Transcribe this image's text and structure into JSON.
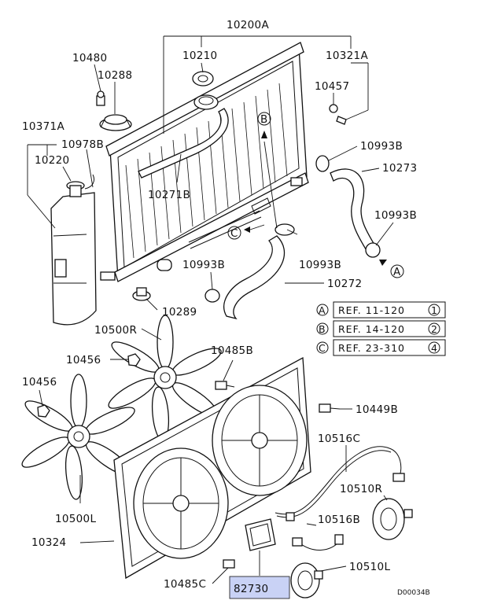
{
  "labels": {
    "p10200A": "10200A",
    "p10210": "10210",
    "p10321A": "10321A",
    "p10480": "10480",
    "p10288": "10288",
    "p10457": "10457",
    "p10371A": "10371A",
    "p10978B": "10978B",
    "p10220": "10220",
    "p10993B_1": "10993B",
    "p10273": "10273",
    "p10271B": "10271B",
    "p10993B_2": "10993B",
    "p10993B_3": "10993B",
    "p10993B_4": "10993B",
    "p10272": "10272",
    "p10289": "10289",
    "p10500R": "10500R",
    "p10456_1": "10456",
    "p10485B": "10485B",
    "p10456_2": "10456",
    "p10449B": "10449B",
    "p10516C": "10516C",
    "p10510R": "10510R",
    "p10500L": "10500L",
    "p10516B": "10516B",
    "p10324": "10324",
    "p10510L": "10510L",
    "p10485C": "10485C",
    "p82730": "82730"
  },
  "references": [
    {
      "letter": "A",
      "text": "REF. 11-120",
      "num": "1"
    },
    {
      "letter": "B",
      "text": "REF. 14-120",
      "num": "2"
    },
    {
      "letter": "C",
      "text": "REF. 23-310",
      "num": "4"
    }
  ],
  "callouts": {
    "arrow_a": "A",
    "arrow_b": "B",
    "arrow_c": "C"
  },
  "drawing_code": "D00034B",
  "highlight_color": "#c9d2f5"
}
